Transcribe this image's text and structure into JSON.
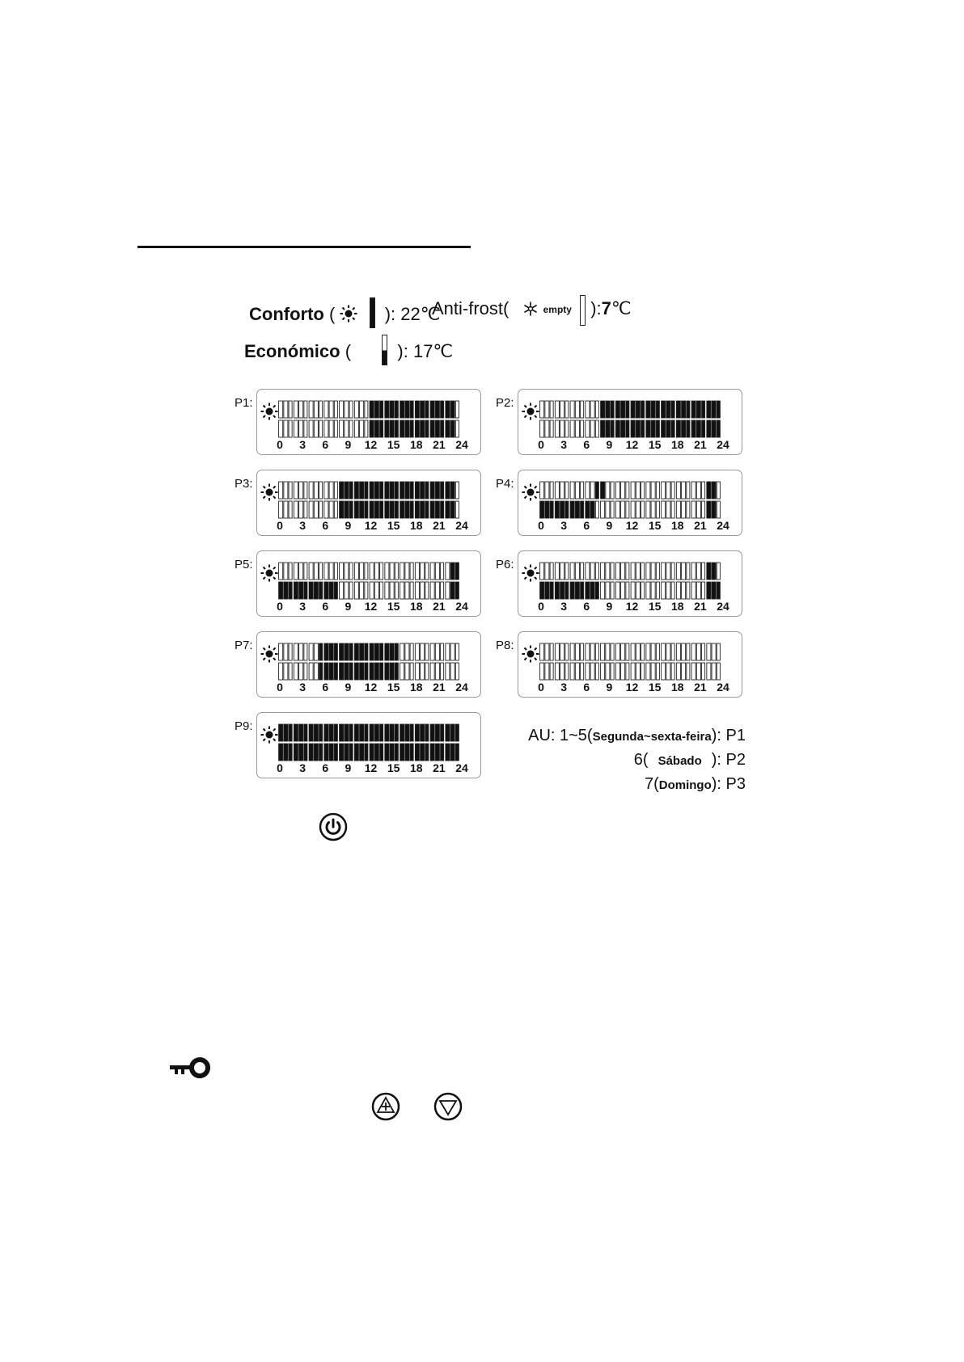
{
  "legend": {
    "conforto_label": "Conforto",
    "conforto_value": "): 22℃",
    "antifrost_label": "Anti-frost(",
    "antifrost_empty": "empty",
    "antifrost_value": "7",
    "antifrost_unit": "℃",
    "economico_label": "Económico",
    "economico_value": "): 17℃"
  },
  "time_ticks": [
    "0",
    "3",
    "6",
    "9",
    "12",
    "15",
    "18",
    "21",
    "24"
  ],
  "programs": [
    {
      "label": "P1:",
      "comfort": "000000000000000000111111111111111110",
      "eco": "000000000000000000111111111111111110"
    },
    {
      "label": "P2:",
      "comfort": "000000000000111111111111111111111111",
      "eco": "000000000000111111111111111111111111"
    },
    {
      "label": "P3:",
      "comfort": "000000000000111111111111111111111110",
      "eco": "000000000000111111111111111111111110"
    },
    {
      "label": "P4:",
      "comfort": "000000000001100000000000000000000110",
      "eco": "111111111110000000000000000000000110"
    },
    {
      "label": "P5:",
      "comfort": "000000000000000000000000000000000011",
      "eco": "111111111111000000000000000000000011"
    },
    {
      "label": "P6:",
      "comfort": "000000000000000000000000000000000110",
      "eco": "111111111111000000000000000000000111"
    },
    {
      "label": "P7:",
      "comfort": "000000001111111111111111000000000000",
      "eco": "000000001111111111111111000000000000"
    },
    {
      "label": "P8:",
      "comfort": "000000000000000000000000000000000000",
      "eco": "000000000000000000000000000000000000"
    },
    {
      "label": "P9:",
      "comfort": "111111111111111111111111111111111111",
      "eco": "111111111111111111111111111111111111"
    }
  ],
  "auto": {
    "line1_prefix": "AU: 1~5(",
    "line1_days": "Segunda~sexta-feira",
    "line1_suffix": "): P1",
    "line2_prefix": "6(",
    "line2_days": "Sábado",
    "line2_suffix": "): P2",
    "line3_prefix": "7(",
    "line3_days": "Domingo",
    "line3_suffix": "): P3"
  },
  "icons": [
    "sun-icon",
    "moon-icon",
    "snowflake-icon",
    "power-button-icon",
    "key-icon",
    "plus-button-icon",
    "down-button-icon"
  ]
}
